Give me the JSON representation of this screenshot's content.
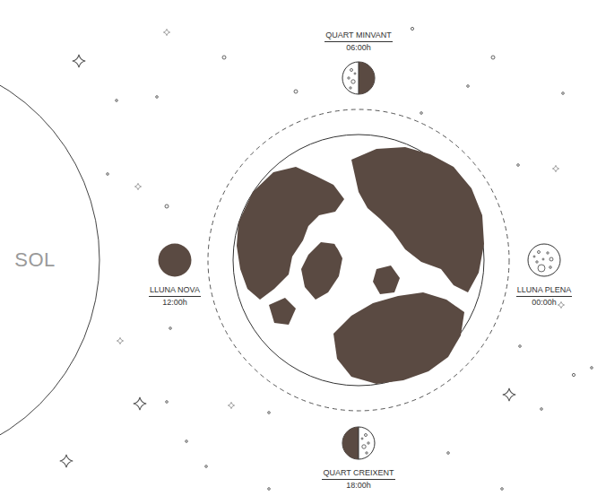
{
  "diagram": {
    "nodes": [
      {
        "text": [
          "QUART MINVANT",
          "06:00h"
        ]
      },
      {
        "text": [
          "SOL"
        ]
      },
      {
        "text": [
          "LLUNA NOVA",
          "12:00h"
        ]
      },
      {
        "text": [
          "LLUNA PLENA",
          "00:00h"
        ]
      },
      {
        "text": [
          "QUART CREIXENT",
          "18:00h"
        ]
      }
    ]
  }
}
